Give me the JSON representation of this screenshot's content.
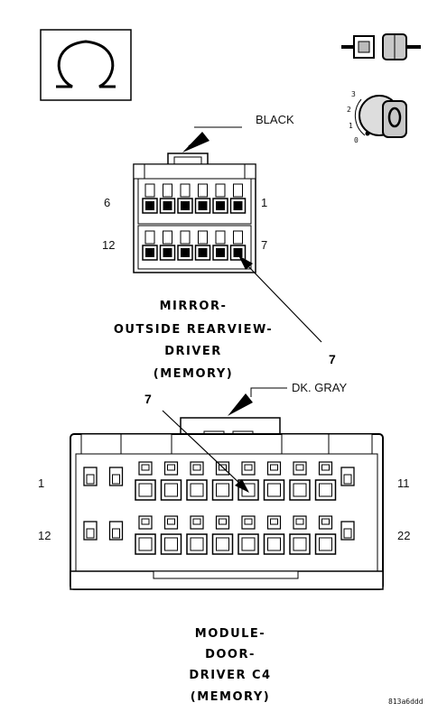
{
  "connector1": {
    "color_label": "BLACK",
    "pin_left_top": "6",
    "pin_right_top": "1",
    "pin_left_bottom": "12",
    "pin_right_bottom": "7",
    "callout_pin": "7",
    "title_lines": [
      "MIRROR-",
      "OUTSIDE REARVIEW-",
      "DRIVER",
      "(MEMORY)"
    ]
  },
  "connector2": {
    "color_label": "DK. GRAY",
    "pin_left_top": "1",
    "pin_right_top": "11",
    "pin_left_bottom": "12",
    "pin_right_bottom": "22",
    "callout_pin": "7",
    "title_lines": [
      "MODULE-",
      "DOOR-",
      "DRIVER C4",
      "(MEMORY)"
    ]
  },
  "key_position_labels": [
    "3",
    "2",
    "1",
    "0"
  ],
  "figure_code": "813a6ddd",
  "icons": [
    "omega-icon",
    "connector-icon",
    "ignition-key-icon"
  ]
}
